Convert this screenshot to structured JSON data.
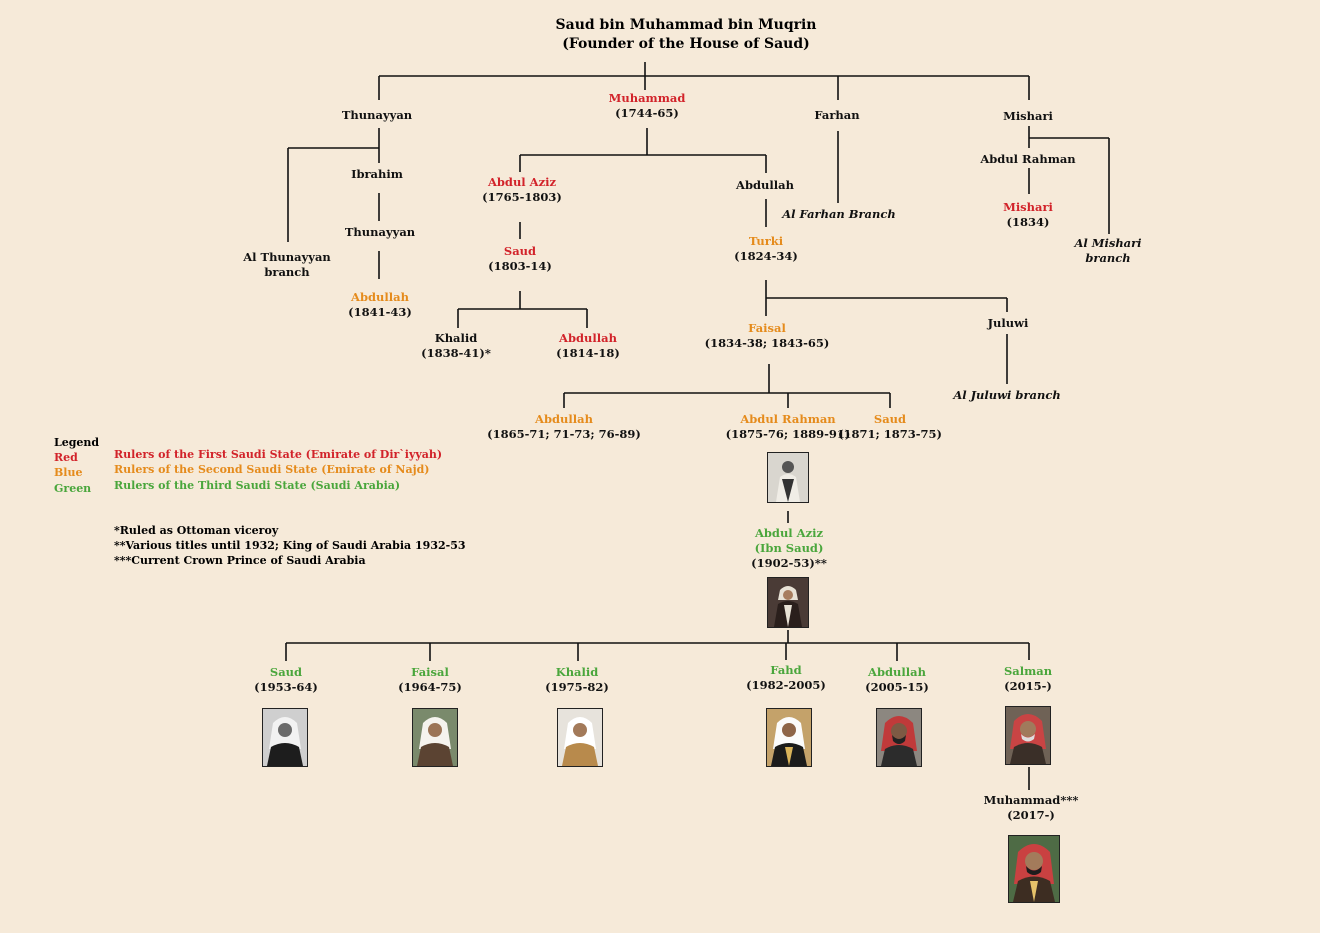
{
  "title": {
    "line1": "Saud bin Muhammad bin Muqrin",
    "line2": "(Founder of the House of Saud)"
  },
  "colors": {
    "red": "#d2232a",
    "orange": "#e58b1c",
    "green": "#4aa63c",
    "background": "#f6ead9",
    "line": "#111111"
  },
  "nodes": {
    "thunayyan": {
      "name": "Thunayyan"
    },
    "muhammad": {
      "name": "Muhammad",
      "years": "(1744-65)"
    },
    "farhan": {
      "name": "Farhan"
    },
    "mishari": {
      "name": "Mishari"
    },
    "ibrahim": {
      "name": "Ibrahim"
    },
    "thunayyan2": {
      "name": "Thunayyan"
    },
    "al_thunayyan": {
      "name": "Al Thunayyan",
      "name2": "branch"
    },
    "abdullah_1841": {
      "name": "Abdullah",
      "years": "(1841-43)"
    },
    "abdul_aziz_1765": {
      "name": "Abdul Aziz",
      "years": "(1765-1803)"
    },
    "saud_1803": {
      "name": "Saud",
      "years": "(1803-14)"
    },
    "khalid_1838": {
      "name": "Khalid",
      "years": "(1838-41)*"
    },
    "abdullah_1814": {
      "name": "Abdullah",
      "years": "(1814-18)"
    },
    "abdullah_son": {
      "name": "Abdullah"
    },
    "turki": {
      "name": "Turki",
      "years": "(1824-34)"
    },
    "faisal_1834": {
      "name": "Faisal",
      "years": "(1834-38; 1843-65)"
    },
    "juluwi": {
      "name": "Juluwi"
    },
    "al_juluwi": {
      "name": "Al Juluwi branch"
    },
    "al_farhan": {
      "name": "Al Farhan Branch"
    },
    "abdul_rahman_m": {
      "name": "Abdul Rahman"
    },
    "mishari_1834": {
      "name": "Mishari",
      "years": "(1834)"
    },
    "al_mishari": {
      "name": "Al Mishari",
      "name2": "branch"
    },
    "abdullah_1865": {
      "name": "Abdullah",
      "years": "(1865-71; 71-73; 76-89)"
    },
    "abdul_rahman_1875": {
      "name": "Abdul Rahman",
      "years": "(1875-76; 1889-91)"
    },
    "saud_1871": {
      "name": "Saud",
      "years": "(1871; 1873-75)"
    },
    "ibn_saud": {
      "name": "Abdul Aziz",
      "name2": "(Ibn Saud)",
      "years": "(1902-53)**"
    },
    "saud_1953": {
      "name": "Saud",
      "years": "(1953-64)"
    },
    "faisal_1964": {
      "name": "Faisal",
      "years": "(1964-75)"
    },
    "khalid_1975": {
      "name": "Khalid",
      "years": "(1975-82)"
    },
    "fahd": {
      "name": "Fahd",
      "years": "(1982-2005)"
    },
    "abdullah_2005": {
      "name": "Abdullah",
      "years": "(2005-15)"
    },
    "salman": {
      "name": "Salman",
      "years": "(2015-)"
    },
    "muhammad_2017": {
      "name": "Muhammad***",
      "years": "(2017-)"
    }
  },
  "legend": {
    "heading": "Legend",
    "items": [
      {
        "color_name": "Red",
        "description": "Rulers of the First Saudi State (Emirate of Dir`iyyah)"
      },
      {
        "color_name": "Blue",
        "description": "Rulers of the Second Saudi State (Emirate of Najd)"
      },
      {
        "color_name": "Green",
        "description": "Rulers of the Third Saudi State (Saudi Arabia)"
      }
    ]
  },
  "notes": [
    "*Ruled as Ottoman viceroy",
    "**Various titles until 1932; King of Saudi Arabia 1932-53",
    "***Current Crown Prince  of Saudi Arabia"
  ]
}
